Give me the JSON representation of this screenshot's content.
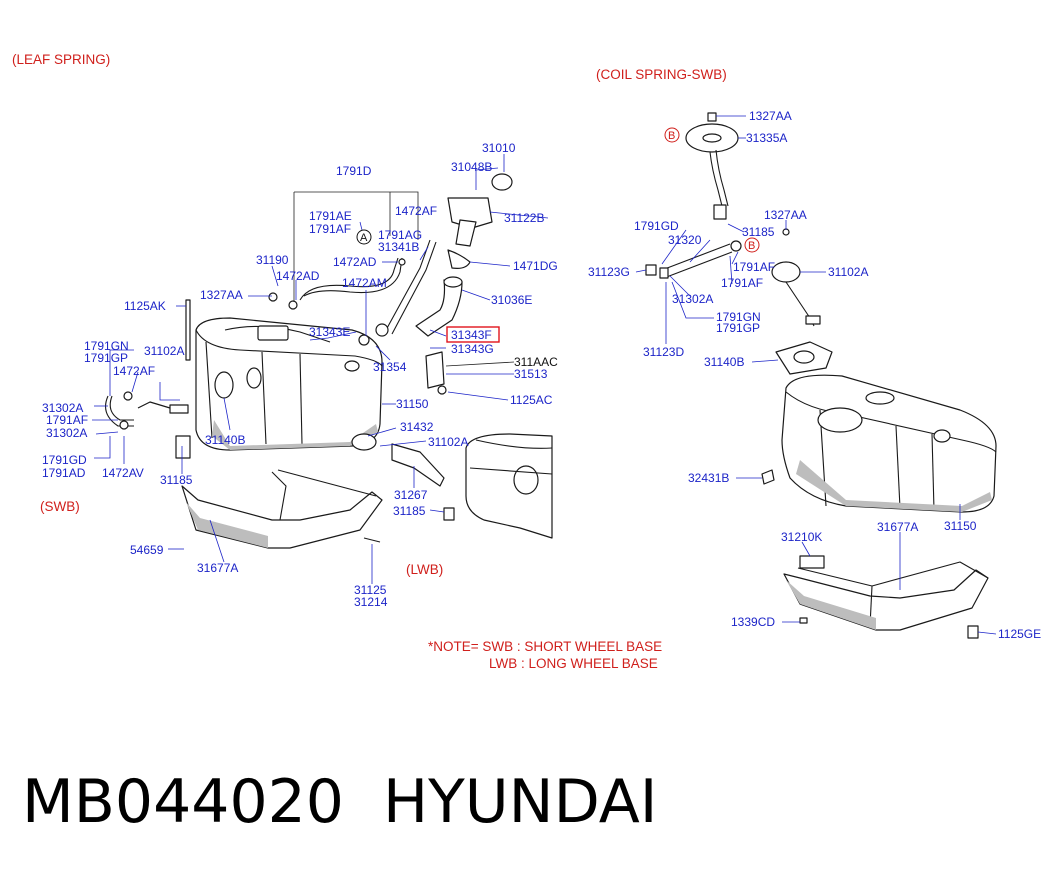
{
  "sections": {
    "leaf_spring": "(LEAF SPRING)",
    "coil_spring_swb": "(COIL SPRING-SWB)",
    "swb": "(SWB)",
    "lwb": "(LWB)"
  },
  "note": {
    "line1": "*NOTE= SWB : SHORT WHEEL BASE",
    "line2": "LWB : LONG WHEEL BASE"
  },
  "markers": {
    "a": "A",
    "b": "B"
  },
  "footer": {
    "model": "MB044020",
    "brand": "HYUNDAI"
  },
  "highlight_part": "31343F",
  "parts": [
    "31010",
    "31048B",
    "1791D",
    "1472AF",
    "31122B",
    "1791AE",
    "1791AF",
    "1791AG",
    "31341B",
    "31190",
    "1472AD",
    "1472AD",
    "1471DG",
    "1472AM",
    "31036E",
    "1327AA",
    "1125AK",
    "31343E",
    "31343F",
    "31343G",
    "1791GN",
    "1791GP",
    "31102A",
    "311AAC",
    "31513",
    "1472AF",
    "31354",
    "1125AC",
    "31302A",
    "1791AF",
    "31150",
    "31302A",
    "31140B",
    "31432",
    "31102A",
    "1791GD",
    "1791AD",
    "1472AV",
    "31185",
    "31267",
    "31185",
    "54659",
    "31677A",
    "31125",
    "31214",
    "1327AA",
    "31335A",
    "1327AA",
    "1791GD",
    "31320",
    "31185",
    "31123G",
    "1791AF",
    "31102A",
    "1791AF",
    "31302A",
    "1791GN",
    "1791GP",
    "31123D",
    "31140B",
    "32431B",
    "31150",
    "31210K",
    "31677A",
    "1339CD",
    "1125GE"
  ]
}
